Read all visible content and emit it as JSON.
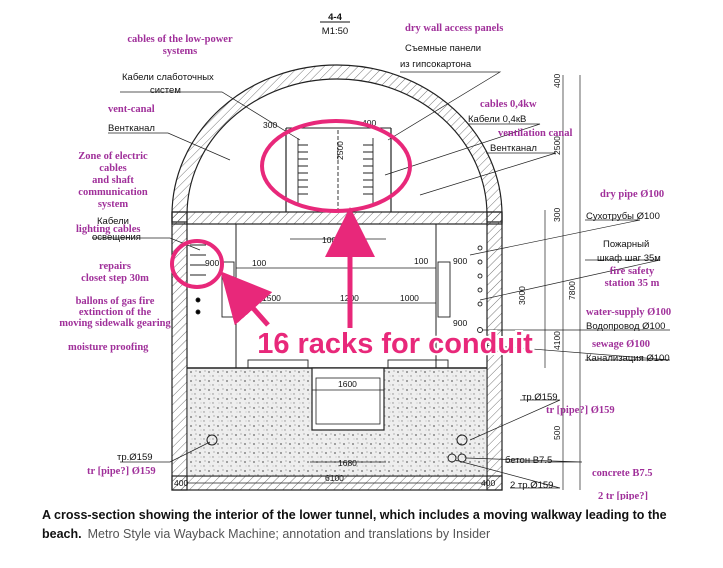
{
  "drawing": {
    "section_title": "4-4",
    "scale": "M1:50",
    "annotation": "16 racks for conduit",
    "labels": {
      "cables_lowpower_en": [
        "cables of the low-power",
        "systems"
      ],
      "cables_lowpower_ru": [
        "Кабели слаботочных",
        "систем"
      ],
      "drywall_en": "dry wall access panels",
      "drywall_ru": [
        "Съемные панели",
        "из гипсокартона"
      ],
      "ventcanal_en": "vent-canal",
      "ventcanal_ru": "Вентканал",
      "cables04_en": "cables 0,4kw",
      "cables04_ru": "Кабели 0,4кВ",
      "ventilation_en": "ventilation canal",
      "ventkanal_ru": "Вентканал",
      "zone_en": [
        "Zone of electric",
        "cables",
        "and shaft",
        "communication",
        "system"
      ],
      "lighting_ru": [
        "Кабели",
        "освещения"
      ],
      "lighting_en": "lighting cables",
      "repairs_en": [
        "repairs",
        "closet step 30m"
      ],
      "ballons_en": [
        "ballons of gas fire",
        "extinction of the",
        "moving sidewalk gearing"
      ],
      "moisture_en": "moisture proofing",
      "drypipe_en": "dry pipe Ø100",
      "drypipe_ru": "Сухотрубы Ø100",
      "fire_ru": [
        "Пожарный",
        "шкаф  шаг 35м"
      ],
      "fire_en": [
        "fire safety",
        "station 35 m"
      ],
      "water_en": "water-supply Ø100",
      "water_ru": "Водопровод Ø100",
      "sewage_en": "sewage Ø100",
      "sewage_ru": "Канализация Ø100",
      "pipe159_right_ru": "тр.Ø159",
      "pipe159_right_en": "tr [pipe?] Ø159",
      "pipe159_left_ru": "тр.Ø159",
      "pipe159_left_en": "tr [pipe?] Ø159",
      "concrete_ru": "бетон В7.5",
      "concrete_en": "concrete B7.5",
      "pipe2_ru": "2 тр.Ø159",
      "pipe2_en": "2 tr [pipe?]"
    },
    "dims": {
      "d300": "300",
      "d400": "400",
      "d2500": "2500",
      "d1000": "1000",
      "d900": "900",
      "d100": "100",
      "d1500": "1500",
      "d1200": "1200",
      "d3000": "3000",
      "d4100": "4100",
      "d7800": "7800",
      "d1600": "1600",
      "d1680": "1680",
      "d6100": "6100",
      "d500": "500"
    }
  },
  "caption": {
    "main": "A cross-section showing the interior of the lower tunnel, which includes a moving walkway leading to the beach.",
    "credit": "Metro Style via Wayback Machine; annotation and translations by Insider"
  },
  "colors": {
    "annotation": "#e8287a",
    "translation": "#a0309a",
    "linework": "#222222"
  }
}
